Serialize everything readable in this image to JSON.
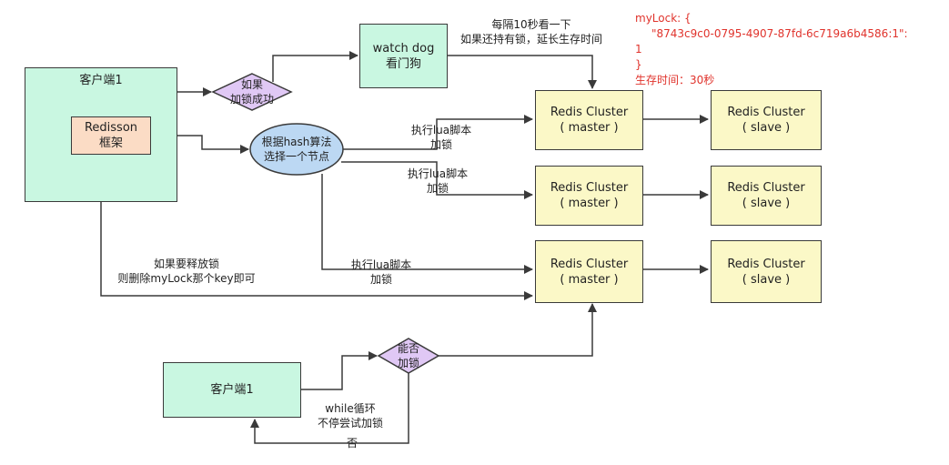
{
  "client_top": {
    "label": "客户端1"
  },
  "redisson": {
    "line1": "Redisson",
    "line2": "框架"
  },
  "diamond_success": {
    "line1": "如果",
    "line2": "加锁成功"
  },
  "watchdog": {
    "line1": "watch dog",
    "line2": "看门狗"
  },
  "watchdog_note": {
    "line1": "每隔10秒看一下",
    "line2": "如果还持有锁，延长生存时间"
  },
  "hash_ellipse": {
    "line1": "根据hash算法",
    "line2": "选择一个节点"
  },
  "lua1": {
    "line1": "执行lua脚本",
    "line2": "加锁"
  },
  "lua2": {
    "line1": "执行lua脚本",
    "line2": "加锁"
  },
  "lua3": {
    "line1": "执行lua脚本",
    "line2": "加锁"
  },
  "release_note": {
    "line1": "如果要释放锁",
    "line2": "则删除myLock那个key即可"
  },
  "masters": [
    {
      "line1": "Redis Cluster",
      "line2": "( master )"
    },
    {
      "line1": "Redis Cluster",
      "line2": "( master )"
    },
    {
      "line1": "Redis Cluster",
      "line2": "( master )"
    }
  ],
  "slaves": [
    {
      "line1": "Redis Cluster",
      "line2": "( slave )"
    },
    {
      "line1": "Redis Cluster",
      "line2": "( slave )"
    },
    {
      "line1": "Redis Cluster",
      "line2": "( slave )"
    }
  ],
  "mylock": {
    "line1": "myLock: {",
    "line2": "\"8743c9c0-0795-4907-87fd-6c719a6b4586:1\":",
    "line3": "1",
    "line4": "}",
    "line5": "生存时间：30秒"
  },
  "client_bottom": {
    "label": "客户端1"
  },
  "diamond_can_lock": {
    "line1": "能否",
    "line2": "加锁"
  },
  "retry_note": {
    "line1": "while循环",
    "line2": "不停尝试加锁"
  },
  "no_label": "否",
  "colors": {
    "green": "#c9f7e1",
    "yellow": "#fbf8c7",
    "orange": "#fbdcc5",
    "purple": "#e0c8f5",
    "blue": "#bcd8f3",
    "red": "#e0332c",
    "line": "#3a3a3a"
  }
}
